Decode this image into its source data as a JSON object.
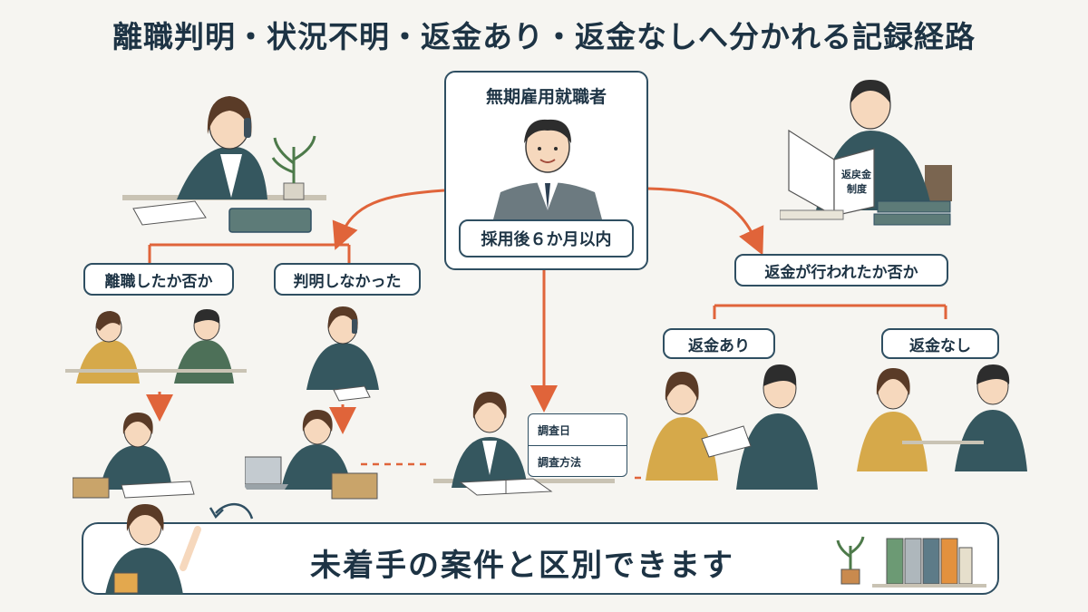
{
  "title": "離職判明・状況不明・返金あり・返金なしへ分かれる記録経路",
  "center": {
    "title": "無期雇用就職者",
    "subtitle": "採用後６か月以内"
  },
  "left_branches": [
    "離職したか否か",
    "判明しなかった"
  ],
  "right_branch": "返金が行われたか否か",
  "refund_options": [
    "返金あり",
    "返金なし"
  ],
  "document_label": "返戻金\n制度",
  "record_fields": [
    "調査日",
    "調査方法"
  ],
  "footer": "未着手の案件と区別できます",
  "colors": {
    "accent": "#e0643a",
    "navy": "#2f4f62",
    "suit": "#35575f",
    "background": "#f6f5f1"
  }
}
